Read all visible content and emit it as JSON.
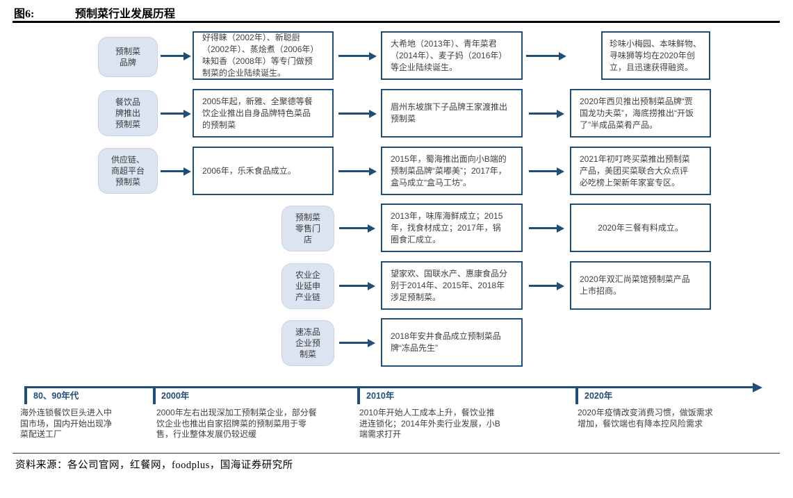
{
  "title": {
    "figure_label": "图6:",
    "figure_title": "预制菜行业发展历程"
  },
  "rows": [
    {
      "label": "预制菜\n品牌",
      "boxes": [
        "好得睐（2002年）、新聪厨（2002年）、蒸烩煮（2006年）味知香（2008年）等专门做预制菜的企业陆续诞生。",
        "大希地（2013年）、青年菜君（2014年）、麦子妈（2016年）等企业陆续诞生。",
        "珍味小梅园、本味鲜物、寻味狮等均在2020年创立，且迅速获得融资。"
      ]
    },
    {
      "label": "餐饮品\n牌推出\n预制菜",
      "boxes": [
        "2005年起，新雅、全聚德等餐饮企业推出自身品牌特色菜品的预制菜",
        "眉州东坡旗下子品牌王家渡推出预制菜",
        "2020年西贝推出预制菜品牌“贾国龙功夫菜”，海底捞推出“开饭了”半成品菜肴产品。"
      ]
    },
    {
      "label": "供应链、\n商超平台\n预制菜",
      "boxes": [
        "2006年，乐禾食品成立。",
        "2015年，蜀海推出面向小B端的预制菜品牌“菜嘟美”；2017年，盒马成立“盒马工坊”。",
        "2021年初叮咚买菜推出预制菜产品，美团买菜联合大众点评必吃榜上架新年家宴专区。"
      ]
    },
    {
      "label": "预制菜\n零售门\n店",
      "boxes": [
        "2013年，味库海鲜成立；2015年，找食材成立；2017年，锅圈食汇成立。",
        "2020年三餐有料成立。"
      ]
    },
    {
      "label": "农业企\n业延申\n产业链",
      "boxes": [
        "望家欢、国联水产、惠康食品分别于2014年、2015年、2018年涉足预制菜。",
        "2020年双汇尚菜馆预制菜产品上市招商。"
      ]
    },
    {
      "label": "速冻品\n企业预\n制菜",
      "boxes": [
        "2018年安井食品成立预制菜品牌“冻品先生”"
      ]
    }
  ],
  "timeline": {
    "eras": [
      {
        "label": "80、90年代",
        "desc": "海外连锁餐饮巨头进入中国市场，国内开始出现净菜配送工厂"
      },
      {
        "label": "2000年",
        "desc": "2000年左右出现深加工预制菜企业，部分餐饮企业也推出自家招牌菜的预制菜用于零售，行业整体发展仍较迟缓"
      },
      {
        "label": "2010年",
        "desc": "2010年开始人工成本上升，餐饮业推进连锁化；2014年外卖行业发展，小B端需求打开"
      },
      {
        "label": "2020年",
        "desc": "2020年疫情改变消费习惯，做饭需求增加，餐饮端也有降本控风险需求"
      }
    ]
  },
  "source": "资料来源：各公司官网，红餐网，foodplus，国海证券研究所",
  "colors": {
    "navy": "#1F4E79",
    "pill_fill": "#DCE4F1",
    "body_text": "#3F3F3F",
    "black": "#000000"
  }
}
